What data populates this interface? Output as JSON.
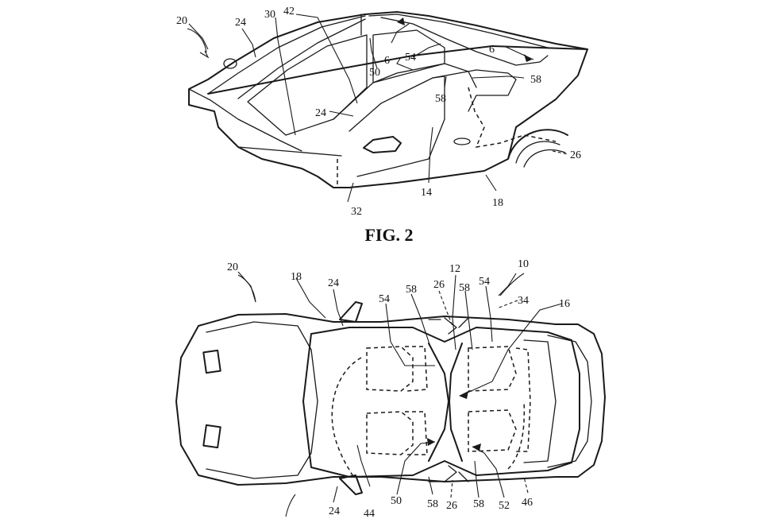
{
  "figure_caption": "FIG. 2",
  "side_view_labels": [
    "20",
    "24",
    "30",
    "42",
    "6",
    "54",
    "50",
    "6",
    "58",
    "58",
    "24",
    "26",
    "32",
    "14",
    "18"
  ],
  "top_view_labels": [
    "20",
    "18",
    "24",
    "54",
    "58",
    "26",
    "12",
    "58",
    "54",
    "10",
    "34",
    "16",
    "24",
    "44",
    "50",
    "58",
    "26",
    "58",
    "52",
    "46"
  ],
  "line_color": "#1a1a1a",
  "background_color": "#ffffff"
}
